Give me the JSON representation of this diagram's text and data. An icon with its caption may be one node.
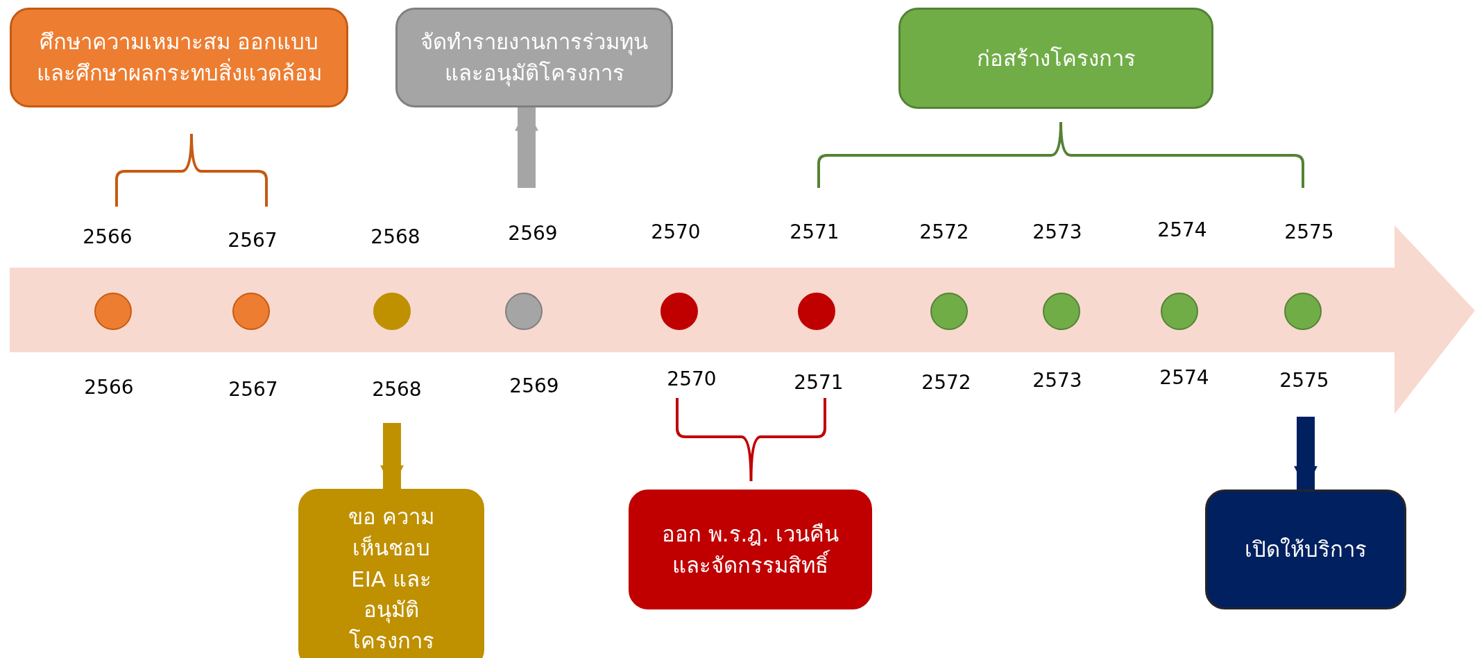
{
  "diagram": {
    "nodes": [
      {
        "text": [
          "ศึกษาความเหมาะสม ออกแบบ และศึกษาผลกระทบสิ่งแวดล้อม"
        ]
      },
      {
        "text": [
          "จัดทำรายงานการร่วมทุนและอนุมัติโครงการ"
        ]
      },
      {
        "text": [
          "ก่อสร้างโครงการ"
        ]
      },
      {
        "text": [],
        "shape": "circle",
        "beside": [
          "2566",
          "2566"
        ]
      },
      {
        "text": [],
        "shape": "circle",
        "beside": [
          "2567",
          "2567"
        ]
      },
      {
        "text": [],
        "shape": "circle",
        "beside": [
          "2568",
          "2568"
        ]
      },
      {
        "text": [],
        "shape": "circle",
        "beside": [
          "2569",
          "2569"
        ]
      },
      {
        "text": [],
        "shape": "circle",
        "beside": [
          "2570",
          "2570"
        ]
      },
      {
        "text": [],
        "shape": "circle",
        "beside": [
          "2571",
          "2571"
        ]
      },
      {
        "text": [],
        "shape": "circle",
        "beside": [
          "2572",
          "2572"
        ]
      },
      {
        "text": [],
        "shape": "circle",
        "beside": [
          "2573",
          "2573"
        ]
      },
      {
        "text": [],
        "shape": "circle",
        "beside": [
          "2574",
          "2574"
        ]
      },
      {
        "text": [],
        "shape": "circle",
        "beside": [
          "2575",
          "2575"
        ]
      },
      {
        "text": [
          "ขอ ความเห็นชอบ EIA และอนุมัติโครงการ"
        ]
      },
      {
        "text": [
          "ออก พ.ร.ฎ. เวนคืน และจัดกรรมสิทธิ์"
        ]
      },
      {
        "text": [
          "เปิดให้บริการ"
        ]
      }
    ],
    "edges": [
      {
        "from": null,
        "to": 1,
        "arrow": "to",
        "color": "#a5a5a5"
      },
      {
        "from": null,
        "to": 13,
        "arrow": "to",
        "color": "#bf9000"
      },
      {
        "from": null,
        "to": 15,
        "arrow": "to",
        "color": "#002060"
      }
    ]
  }
}
